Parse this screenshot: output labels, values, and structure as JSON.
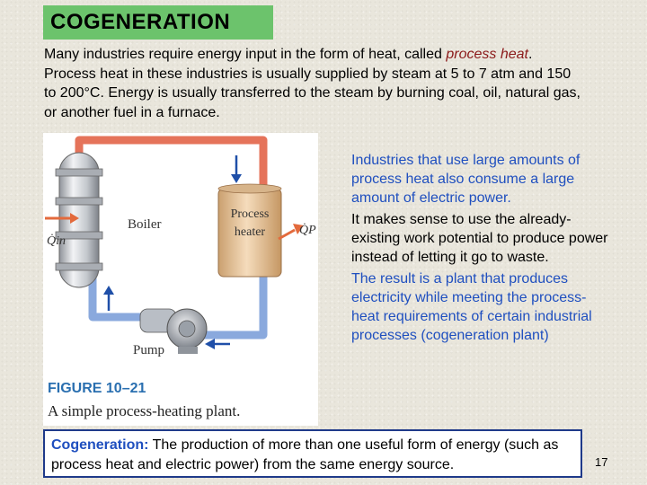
{
  "slide": {
    "title": "COGENERATION",
    "intro": {
      "part1": "Many industries require energy input in the form of heat, called ",
      "term": "process heat",
      "part2": ". Process heat in these industries is usually supplied by steam at 5 to 7 atm and 150 to 200°C. Energy is usually transferred to the steam by burning coal, oil, natural gas, or another fuel in a furnace."
    },
    "figure": {
      "boiler_label": "Boiler",
      "heater_label_line1": "Process",
      "heater_label_line2": "heater",
      "pump_label": "Pump",
      "q_in_label": "Q̇in",
      "q_p_label": "Q̇P",
      "caption_number": "FIGURE 10–21",
      "caption_text": "A simple process-heating plant."
    },
    "right_column": {
      "para1": "Industries that use large amounts of process heat also consume a large amount of electric power.",
      "para2": "It makes sense to use the already-existing work potential to produce power instead of letting it go to waste.",
      "para3": "The result is a plant that produces electricity while meeting the process-heat requirements of certain industrial processes (cogeneration plant)"
    },
    "definition": {
      "lead": "Cogeneration:",
      "text": " The production of more than one useful form of energy (such as process heat and electric power) from the same energy source."
    },
    "page_number": "17",
    "colors": {
      "title_bg": "#6cc36c",
      "accent_blue": "#1f4fbf",
      "term_red": "#8b1a1a",
      "hot_pipe": "#e5735a",
      "cold_pipe": "#8aa9dd"
    }
  }
}
